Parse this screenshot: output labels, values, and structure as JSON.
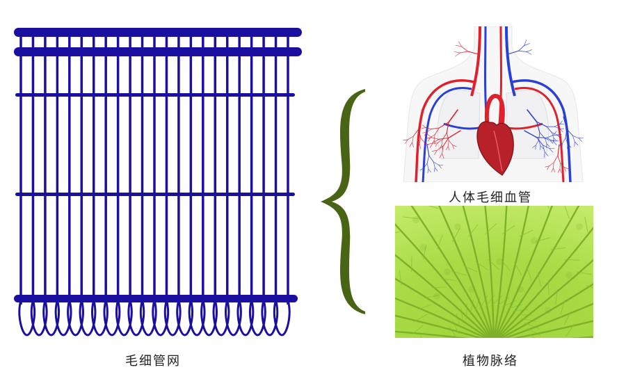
{
  "captions": {
    "capillary_mat": "毛细管网",
    "human_capillaries": "人体毛细血管",
    "plant_veins": "植物脉络"
  },
  "colors": {
    "mat_blue": "#1a0f9e",
    "brace_green": "#4a6416",
    "artery_red": "#e0202a",
    "vein_blue": "#2a3fd6",
    "heart_red": "#b8202a",
    "leaf_green": "#a8dc46",
    "leaf_vein": "#7fb02a"
  },
  "mat": {
    "tube_count": 23
  },
  "icons": {
    "brace": "curly-brace-icon",
    "body": "circulatory-system-illustration",
    "leaf": "leaf-vein-photo"
  }
}
